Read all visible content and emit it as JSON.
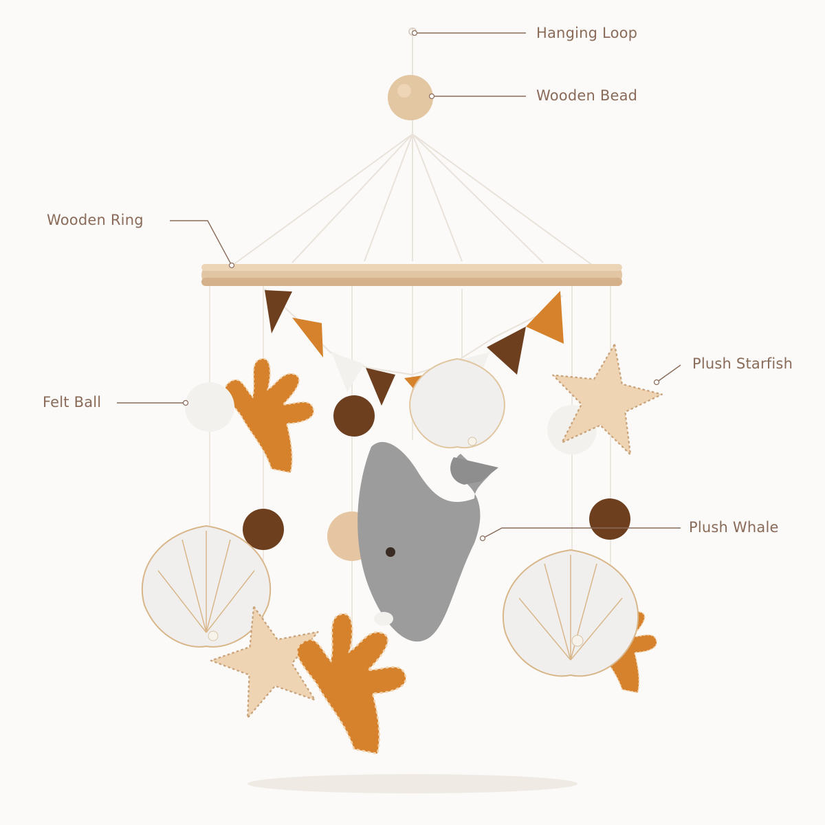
{
  "labels": {
    "hanging_loop": "Hanging Loop",
    "wooden_bead": "Wooden Bead",
    "wooden_ring": "Wooden Ring",
    "felt_ball": "Felt Ball",
    "plush_starfish": "Plush Starfish",
    "plush_whale": "Plush Whale"
  },
  "colors": {
    "label_text": "#8a6a58",
    "leader_line": "#8a6a58",
    "wood": "#e2c6a3",
    "orange_felt": "#d6822c",
    "dark_brown_felt": "#6e3f1f",
    "tan_felt": "#e6c6a2",
    "white_felt": "#f3f1ee",
    "whale_grey": "#9c9c9c",
    "string": "#e9e2da"
  }
}
